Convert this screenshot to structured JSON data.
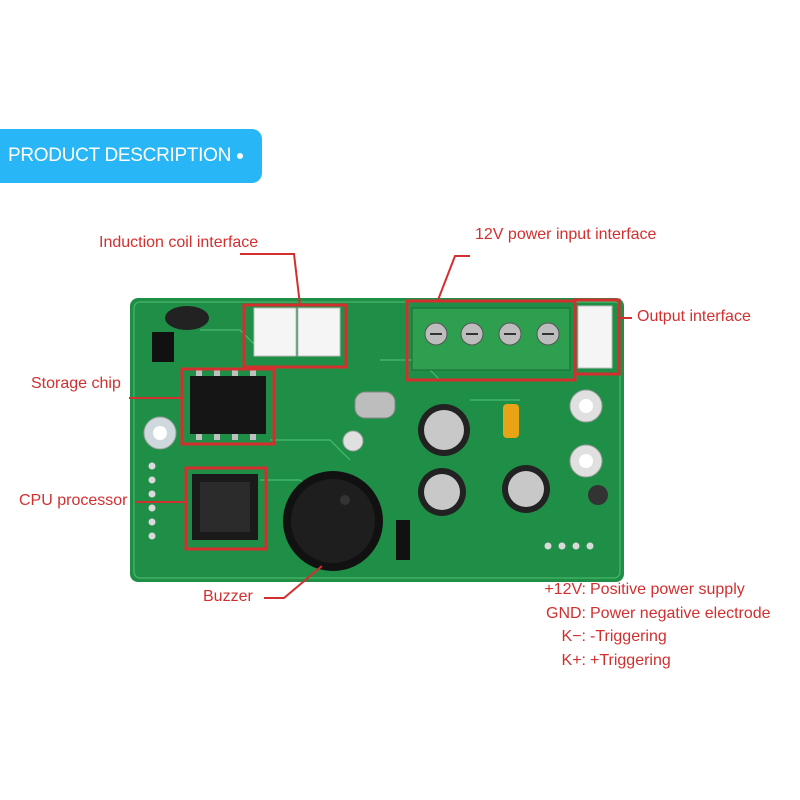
{
  "banner": {
    "title": "PRODUCT DESCRIPTION"
  },
  "labels": {
    "induction_coil": "Induction coil interface",
    "power_input": "12V power input interface",
    "output": "Output interface",
    "storage_chip": "Storage chip",
    "cpu": "CPU processor",
    "buzzer": "Buzzer"
  },
  "legend": [
    {
      "key": "+12V:",
      "value": "Positive power supply"
    },
    {
      "key": "GND:",
      "value": "Power negative electrode"
    },
    {
      "key": "K−:",
      "value": "-Triggering"
    },
    {
      "key": "K+:",
      "value": "+Triggering"
    }
  ],
  "colors": {
    "accent_banner": "#29b6f6",
    "annotation_red": "#d32f2f",
    "pcb_green": "#1f8f47",
    "terminal_green": "#2e9e4f"
  }
}
